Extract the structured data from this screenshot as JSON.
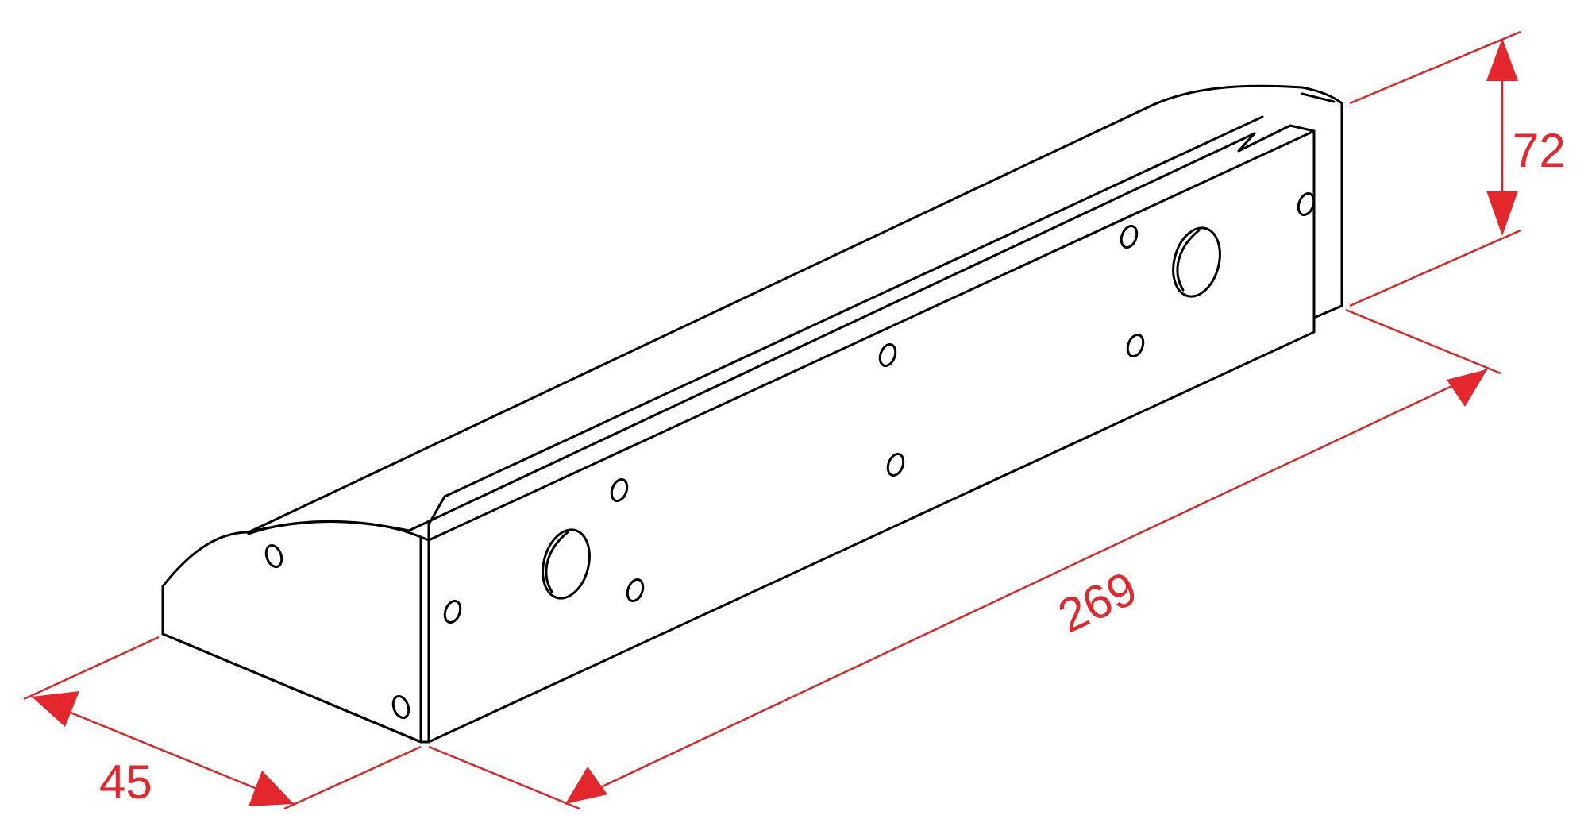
{
  "drawing": {
    "subject": "bracket-isometric",
    "line_color": "#000000",
    "dimension_color": "#e4262d"
  },
  "dimensions": {
    "depth": "45",
    "length": "269",
    "height": "72"
  }
}
